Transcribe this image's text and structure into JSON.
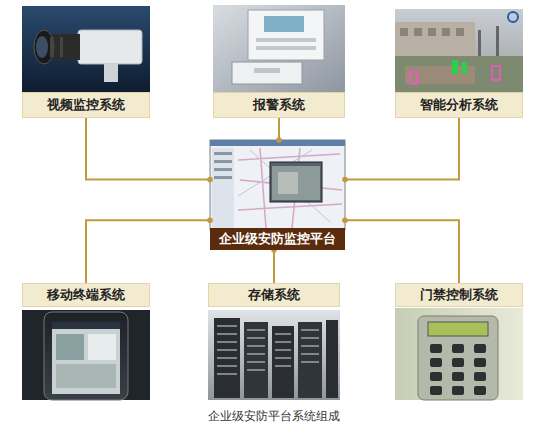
{
  "diagram": {
    "caption": "企业级安防平台系统组成",
    "nodes": [
      {
        "text": [
          "视频监控系统"
        ]
      },
      {
        "text": [
          "报警系统"
        ]
      },
      {
        "text": [
          "智能分析系统"
        ]
      },
      {
        "text": [
          "企业级安防监控平台"
        ]
      },
      {
        "text": [
          "移动终端系统"
        ]
      },
      {
        "text": [
          "存储系统"
        ]
      },
      {
        "text": [
          "门禁控制系统"
        ]
      }
    ],
    "edges": [
      {
        "from": 3,
        "to": 0,
        "arrow": "none"
      },
      {
        "from": 3,
        "to": 1,
        "arrow": "none"
      },
      {
        "from": 3,
        "to": 2,
        "arrow": "none"
      },
      {
        "from": 3,
        "to": 4,
        "arrow": "none"
      },
      {
        "from": 3,
        "to": 5,
        "arrow": "none"
      },
      {
        "from": 3,
        "to": 6,
        "arrow": "none"
      }
    ]
  }
}
